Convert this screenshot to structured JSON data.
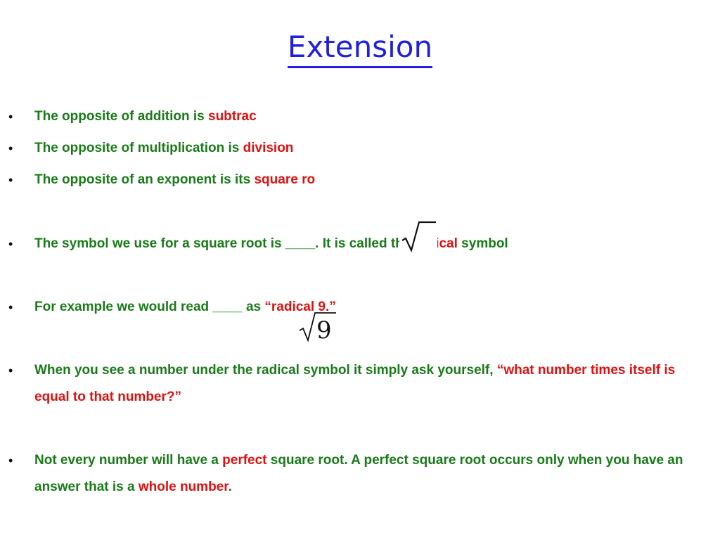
{
  "title": "Extension",
  "bullets": {
    "b1": {
      "a": "The opposite of addition is ",
      "b": "subtraction"
    },
    "b2": {
      "a": "The opposite of multiplication is ",
      "b": "division"
    },
    "b3": {
      "a": "The opposite of an exponent is its ",
      "b": "square root"
    },
    "b4": {
      "a": "The symbol we use for a square root is ____.  It is called the ",
      "b": "radical",
      "c": " symbol"
    },
    "b5": {
      "a": "For example we would read ____ as ",
      "b": "“radical 9.”"
    },
    "b6": {
      "a": "When you see a number under the radical symbol it simply ask yourself, ",
      "b": "“what number times itself is equal to that number?”"
    },
    "b7": {
      "a": "Not every number will have a ",
      "b": "perfect",
      "c": " square root. A perfect square root occurs only when you have an answer that is a ",
      "d": "whole number",
      "e": "."
    }
  },
  "math": {
    "radical_number": "9"
  },
  "colors": {
    "title": "#1f1fe0",
    "body_text": "#1a7a1a",
    "highlight": "#e01010"
  }
}
